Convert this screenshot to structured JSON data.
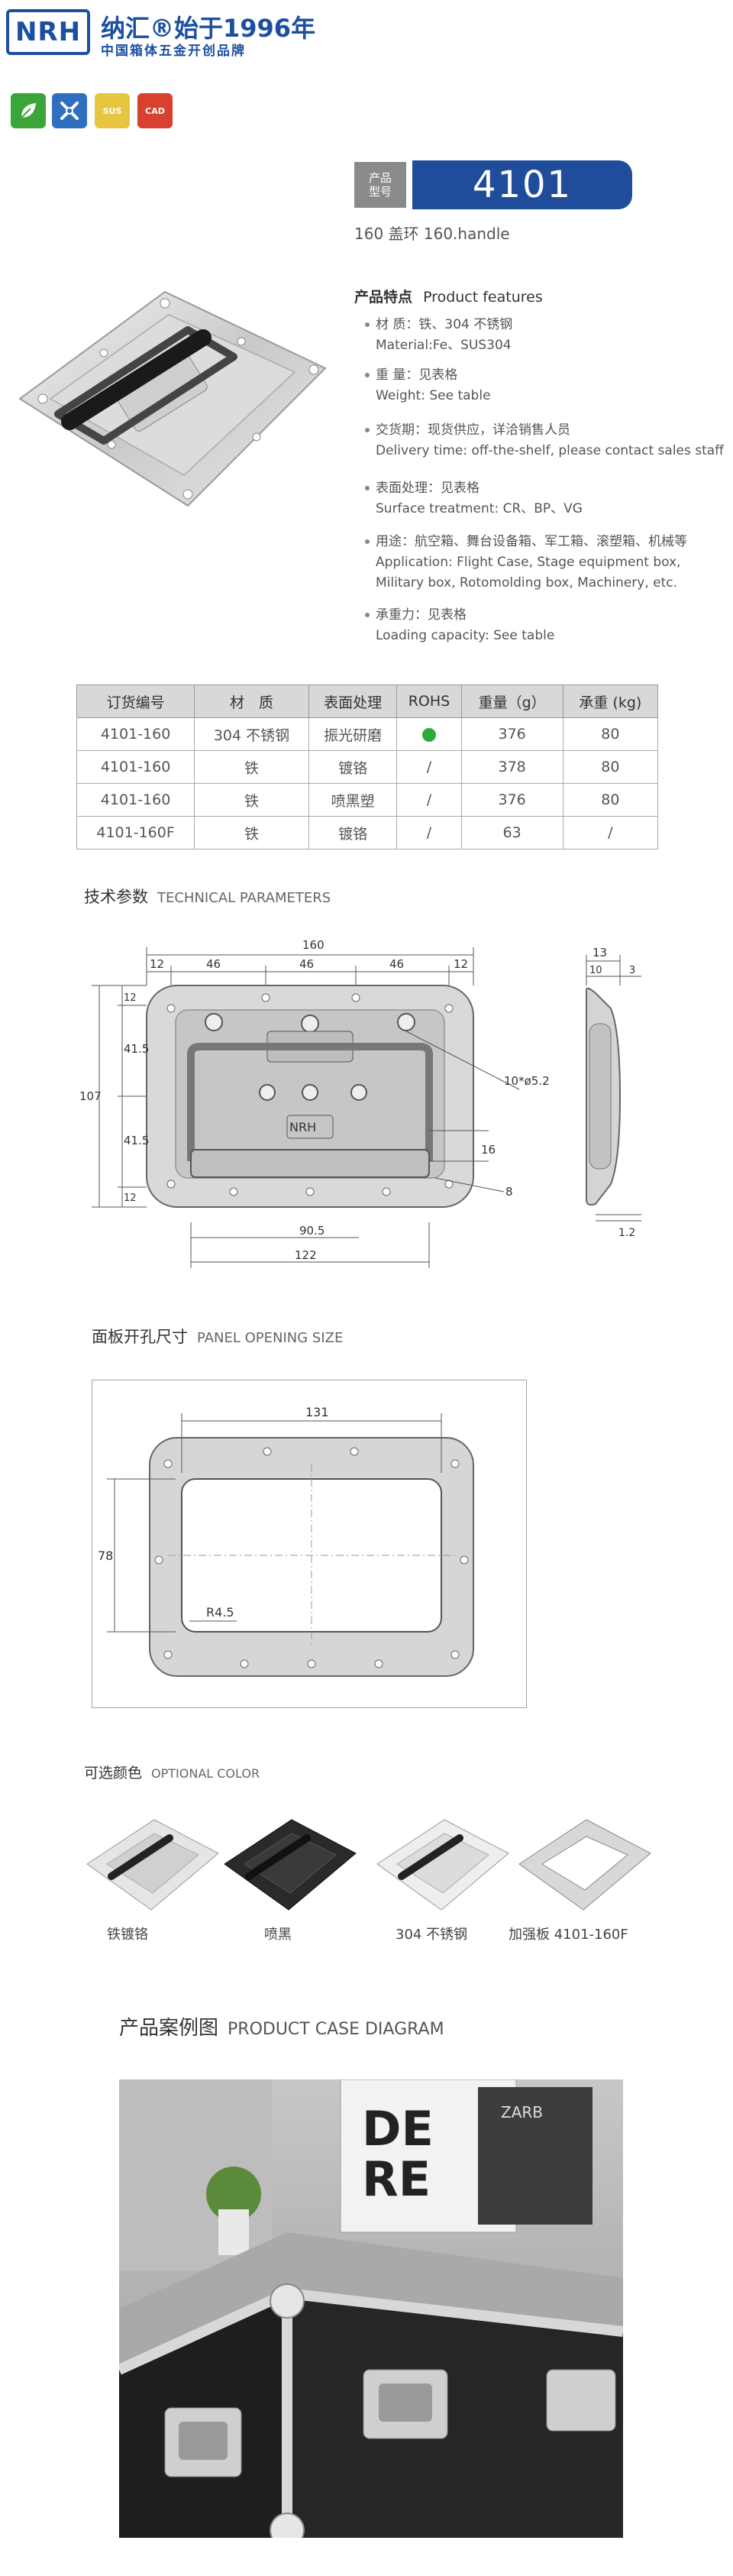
{
  "header": {
    "logo": "NRH",
    "brand_title": "纳汇®始于1996年",
    "brand_subtitle": "中国箱体五金开创品牌",
    "badges": [
      {
        "label": "",
        "icon": "leaf-icon",
        "color": "#3aa63a"
      },
      {
        "label": "",
        "icon": "tools-icon",
        "color": "#2f6fc0"
      },
      {
        "label": "SUS",
        "icon": "sus-badge",
        "color": "#e6c640"
      },
      {
        "label": "CAD",
        "icon": "cad-badge",
        "color": "#d9402f"
      }
    ]
  },
  "product": {
    "model_label_line1": "产品",
    "model_label_line2": "型号",
    "model_number": "4101",
    "subtitle": "160 盖环   160.handle",
    "features_title_cn": "产品特点",
    "features_title_en": "Product features",
    "features": [
      {
        "cn": "材 质：铁、304 不锈钢",
        "en": "Material:Fe、SUS304"
      },
      {
        "cn": "重 量：见表格",
        "en": "Weight: See table"
      },
      {
        "cn": "交货期：现货供应，详洽销售人员",
        "en": "Delivery time: off-the-shelf, please contact sales staff"
      },
      {
        "cn": "表面处理：见表格",
        "en": "Surface treatment: CR、BP、VG"
      },
      {
        "cn": "用途：航空箱、舞台设备箱、军工箱、滚塑箱、机械等",
        "en": "Application: Flight Case, Stage equipment box,",
        "en2": "Military box, Rotomolding box, Machinery, etc."
      },
      {
        "cn": "承重力：见表格",
        "en": "Loading capacity: See table"
      }
    ]
  },
  "spec_table": {
    "headers": [
      "订货编号",
      "材　质",
      "表面处理",
      "ROHS",
      "重量（g）",
      "承重 (kg)"
    ],
    "rows": [
      [
        "4101-160",
        "304 不锈钢",
        "振光研磨",
        "",
        "376",
        "80"
      ],
      [
        "4101-160",
        "铁",
        "镀铬",
        "/",
        "378",
        "80"
      ],
      [
        "4101-160",
        "铁",
        "喷黑塑",
        "/",
        "376",
        "80"
      ],
      [
        "4101-160F",
        "铁",
        "镀铬",
        "/",
        "63",
        "/"
      ]
    ],
    "rohs_dot_color": "#2eaa3a"
  },
  "technical": {
    "title_cn": "技术参数",
    "title_en": "TECHNICAL PARAMETERS",
    "dims": {
      "overall_width": "160",
      "margin_left": "12",
      "seg1": "46",
      "seg2": "46",
      "seg3": "46",
      "margin_right": "12",
      "height": "107",
      "v12_top": "12",
      "v41_top": "41.5",
      "v41_bot": "41.5",
      "v12_bot": "12",
      "hole": "10*ø5.2",
      "d16": "16",
      "d8": "8",
      "inner": "90.5",
      "outer": "122",
      "side_13": "13",
      "side_10": "10",
      "side_3": "3",
      "side_12": "1.2"
    }
  },
  "opening": {
    "title_cn": "面板开孔尺寸",
    "title_en": "PANEL OPENING SIZE",
    "width": "131",
    "height": "78",
    "radius": "R4.5"
  },
  "colors": {
    "title_cn": "可选颜色",
    "title_en": "OPTIONAL COLOR",
    "items": [
      "铁镀铬",
      "喷黑",
      "304 不锈钢",
      "加强板 4101-160F"
    ]
  },
  "case": {
    "title_cn": "产品案例图",
    "title_en": "PRODUCT CASE DIAGRAM",
    "poster_text_1": "DE",
    "poster_text_2": "RE",
    "poster_text_3": "ZARB"
  }
}
